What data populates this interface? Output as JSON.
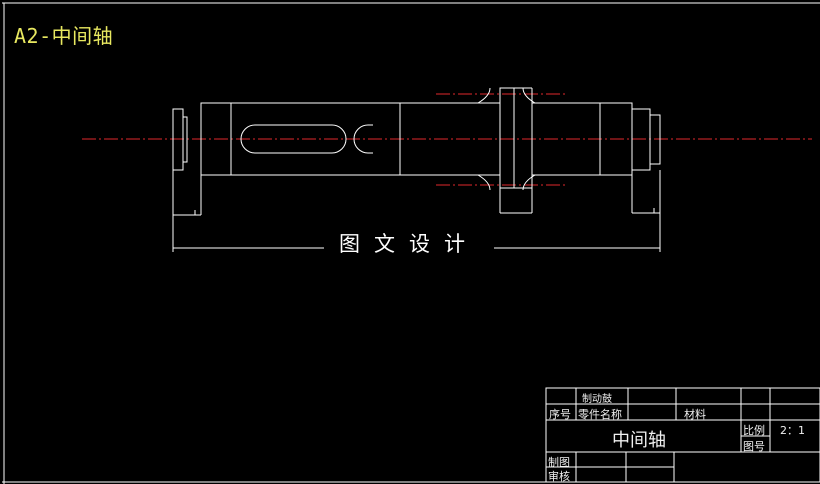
{
  "sheet": {
    "title": "A2-中间轴",
    "watermark": "图文设计"
  },
  "title_block": {
    "quantity_label": "制动鼓",
    "index_label": "序号",
    "part_name_label": "零件名称",
    "material_label": "材料",
    "drawing_name": "中间轴",
    "scale_label": "比例",
    "scale_value": "2：1",
    "drawing_no_label": "图号",
    "drawn_by_label": "制图",
    "checked_by_label": "审核"
  },
  "colors": {
    "background": "#000000",
    "outline": "#ffffff",
    "centerline": "#e0282c",
    "title_text": "#e8e860"
  }
}
